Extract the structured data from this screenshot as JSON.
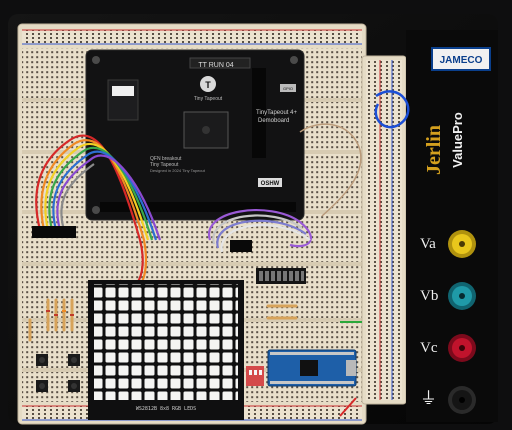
{
  "board": {
    "mainboard_title": "TT RUN 04",
    "logo_text": "Tiny Tapeout",
    "board_name_line1": "TinyTapeout 4+",
    "board_name_line2": "Demoboard",
    "qfn_line1": "QFN breakout",
    "qfn_line2": "Tiny Tapeout",
    "ver_line": "Designed in 2024 Tiny Tapeout",
    "oshw": "OSHW",
    "gpio_label": "GPIO",
    "matrix_label": "WS2812B 8x8  RGB  LEDS"
  },
  "power_panel": {
    "brand": "JAMECO",
    "brand_sub": "ValuePro",
    "script_brand": "Jerlin",
    "terminals": [
      {
        "label": "Va",
        "color": "#e9c71c"
      },
      {
        "label": "Vb",
        "color": "#1f9aa8"
      },
      {
        "label": "Vc",
        "color": "#c0132c"
      },
      {
        "label": "⏚",
        "color": "#151515"
      }
    ]
  },
  "colors": {
    "breadboard": "#e7ddc8",
    "pcb": "#111112",
    "led_matrix": "#f3f3f3",
    "nano": "#1e5fa8",
    "panel": "#0b0b0b"
  }
}
